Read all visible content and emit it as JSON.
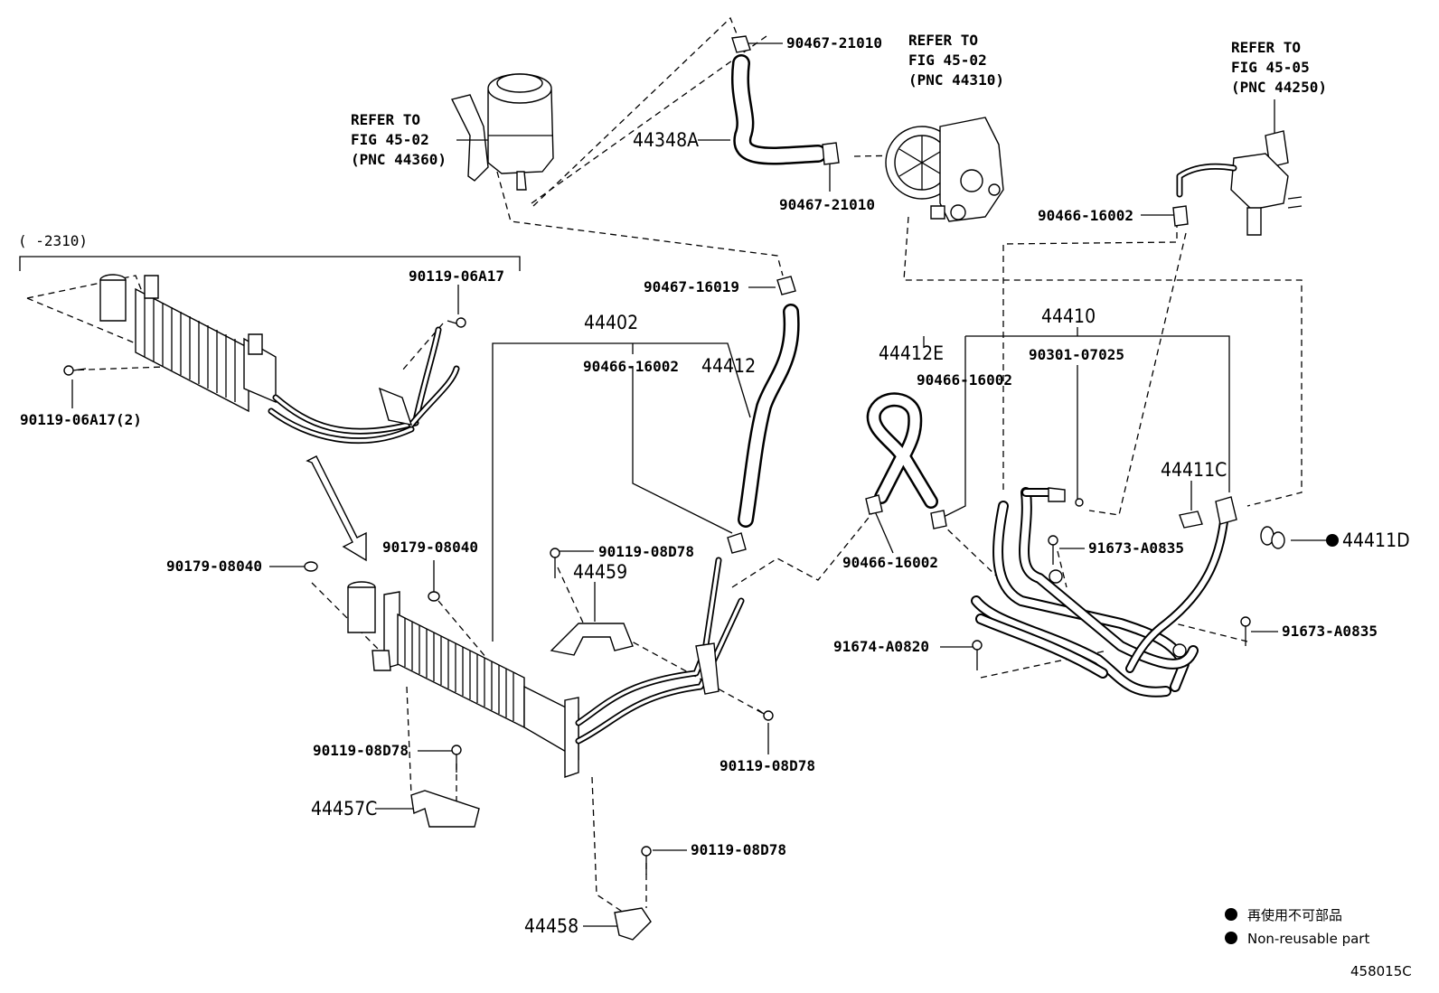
{
  "refer_reservoir": [
    "REFER TO",
    "FIG 45-02",
    "(PNC 44360)"
  ],
  "refer_pump": [
    "REFER TO",
    "FIG 45-02",
    "(PNC 44310)"
  ],
  "refer_gear": [
    "REFER TO",
    "FIG 45-05",
    "(PNC 44250)"
  ],
  "bracket_note": "(      -2310)",
  "labels": {
    "p90467_21010_top": "90467-21010",
    "p44348A": "44348A",
    "p90467_21010_mid": "90467-21010",
    "p90466_16002_gear": "90466-16002",
    "p90467_16019": "90467-16019",
    "p44402": "44402",
    "p90466_16002_a": "90466-16002",
    "p44412": "44412",
    "p44410": "44410",
    "p44412E": "44412E",
    "p90466_16002_b": "90466-16002",
    "p90301_07025": "90301-07025",
    "p44411C": "44411C",
    "p44411D": "44411D",
    "p91673_A0835_a": "91673-A0835",
    "p91673_A0835_b": "91673-A0835",
    "p91674_A0820": "91674-A0820",
    "p90466_16002_c": "90466-16002",
    "p90119_06A17": "90119-06A17",
    "p90119_06A17_2": "90119-06A17(2)",
    "p90179_08040_a": "90179-08040",
    "p90179_08040_b": "90179-08040",
    "p90119_08D78_a": "90119-08D78",
    "p44459": "44459",
    "p90119_08D78_b": "90119-08D78",
    "p90119_08D78_c": "90119-08D78",
    "p44457C": "44457C",
    "p90119_08D78_d": "90119-08D78",
    "p44458": "44458"
  },
  "legend": {
    "jp": "再使用不可部品",
    "en": "Non-reusable part"
  },
  "figure_id": "458015C"
}
